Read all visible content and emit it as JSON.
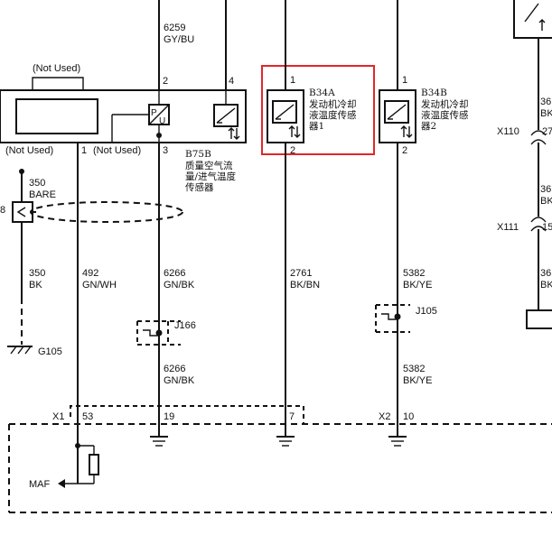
{
  "top_wire": {
    "circuit": "6259",
    "color": "GY/BU"
  },
  "maf_sensor": {
    "not_used_top": "(Not Used)",
    "not_used_left": "(Not Used)",
    "not_used_mid": "(Not Used)",
    "pins": {
      "p1": "1",
      "p2": "2",
      "p3": "3",
      "p4": "4"
    },
    "ref": "B75B",
    "name_lines": [
      "质量空气流",
      "量/进气温度",
      "传感器"
    ]
  },
  "b34a": {
    "ref": "B34A",
    "name_lines": [
      "发动机冷却",
      "液温度传感",
      "器1"
    ],
    "pin_top": "1",
    "pin_bottom": "2"
  },
  "b34b": {
    "ref": "B34B",
    "name_lines": [
      "发动机冷却",
      "液温度传感",
      "器2"
    ],
    "pin_top": "1",
    "pin_bottom": "2"
  },
  "shield": {
    "circuit": "350",
    "color": "BARE",
    "pin": "8"
  },
  "ground_wire": {
    "circuit": "350",
    "color": "BK",
    "ground": "G105"
  },
  "wires": {
    "w492": {
      "circuit": "492",
      "color": "GN/WH"
    },
    "w6266a": {
      "circuit": "6266",
      "color": "GN/BK"
    },
    "w6266b": {
      "circuit": "6266",
      "color": "GN/BK"
    },
    "w2761": {
      "circuit": "2761",
      "color": "BK/BN"
    },
    "w5382a": {
      "circuit": "5382",
      "color": "BK/YE"
    },
    "w5382b": {
      "circuit": "5382",
      "color": "BK/YE"
    }
  },
  "splices": {
    "j166": "J166",
    "j105": "J105"
  },
  "connectors": {
    "x1": "X1",
    "x1_p53": "53",
    "x1_p19": "19",
    "x1_p7": "7",
    "x2": "X2",
    "x2_p10": "10",
    "x110": "X110",
    "x110_pin": "27",
    "x111": "X111",
    "x111_pin": "15"
  },
  "right_cut": {
    "t1": "36",
    "t2": "BK",
    "t3": "36",
    "t4": "BK",
    "t5": "36",
    "t6": "BK"
  },
  "ecm": {
    "maf_label": "MAF"
  }
}
